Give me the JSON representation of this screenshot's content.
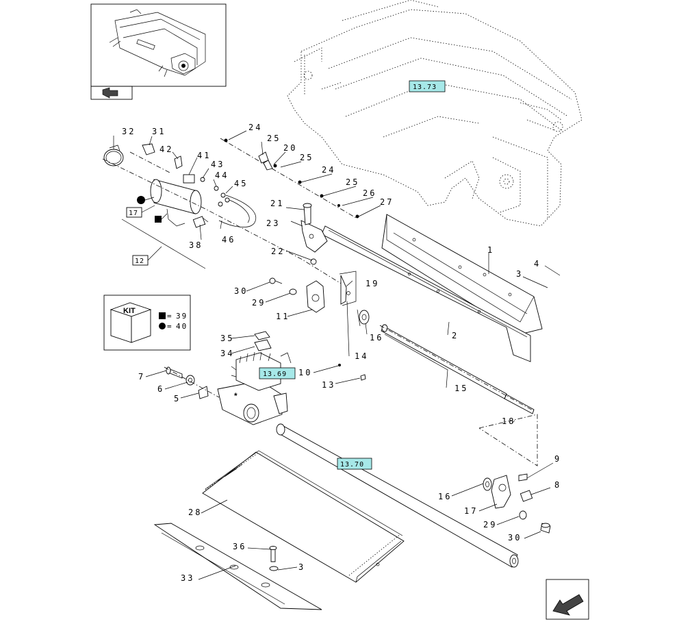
{
  "thumbnail": {
    "label": ""
  },
  "kit": {
    "title": "KIT",
    "items": [
      {
        "symbol": "square",
        "number": "39"
      },
      {
        "symbol": "circle",
        "number": "40"
      }
    ]
  },
  "references": [
    {
      "id": "ref-13-73",
      "text": "13.73"
    },
    {
      "id": "ref-13-69",
      "text": "13.69"
    },
    {
      "id": "ref-13-70",
      "text": "13.70"
    }
  ],
  "boxed_labels": [
    {
      "id": "box-17",
      "text": "17"
    },
    {
      "id": "box-12",
      "text": "12"
    }
  ],
  "callouts": [
    {
      "id": "c1",
      "text": "1"
    },
    {
      "id": "c2",
      "text": "2"
    },
    {
      "id": "c3a",
      "text": "3"
    },
    {
      "id": "c4",
      "text": "4"
    },
    {
      "id": "c5",
      "text": "5"
    },
    {
      "id": "c6",
      "text": "6"
    },
    {
      "id": "c7",
      "text": "7"
    },
    {
      "id": "c8",
      "text": "8"
    },
    {
      "id": "c9",
      "text": "9"
    },
    {
      "id": "c10",
      "text": "10"
    },
    {
      "id": "c11",
      "text": "11"
    },
    {
      "id": "c13",
      "text": "13"
    },
    {
      "id": "c14",
      "text": "14"
    },
    {
      "id": "c15",
      "text": "15"
    },
    {
      "id": "c16a",
      "text": "16"
    },
    {
      "id": "c16b",
      "text": "16"
    },
    {
      "id": "c17",
      "text": "17"
    },
    {
      "id": "c18",
      "text": "18"
    },
    {
      "id": "c19",
      "text": "19"
    },
    {
      "id": "c20",
      "text": "20"
    },
    {
      "id": "c21",
      "text": "21"
    },
    {
      "id": "c22",
      "text": "22"
    },
    {
      "id": "c23",
      "text": "23"
    },
    {
      "id": "c24a",
      "text": "24"
    },
    {
      "id": "c24b",
      "text": "24"
    },
    {
      "id": "c25a",
      "text": "25"
    },
    {
      "id": "c25b",
      "text": "25"
    },
    {
      "id": "c25c",
      "text": "25"
    },
    {
      "id": "c26",
      "text": "26"
    },
    {
      "id": "c27",
      "text": "27"
    },
    {
      "id": "c28",
      "text": "28"
    },
    {
      "id": "c29a",
      "text": "29"
    },
    {
      "id": "c29b",
      "text": "29"
    },
    {
      "id": "c30a",
      "text": "30"
    },
    {
      "id": "c30b",
      "text": "30"
    },
    {
      "id": "c31",
      "text": "31"
    },
    {
      "id": "c32",
      "text": "32"
    },
    {
      "id": "c33",
      "text": "33"
    },
    {
      "id": "c34",
      "text": "34"
    },
    {
      "id": "c35",
      "text": "35"
    },
    {
      "id": "c36",
      "text": "36"
    },
    {
      "id": "c3b",
      "text": "3"
    },
    {
      "id": "c38",
      "text": "38"
    },
    {
      "id": "c41",
      "text": "41"
    },
    {
      "id": "c42",
      "text": "42"
    },
    {
      "id": "c43",
      "text": "43"
    },
    {
      "id": "c44",
      "text": "44"
    },
    {
      "id": "c45",
      "text": "45"
    },
    {
      "id": "c46",
      "text": "46"
    }
  ],
  "colors": {
    "line": "#000000",
    "reference_fill": "#a6e8e8",
    "background": "#ffffff"
  },
  "icons": [
    "previous-page-arrow-icon",
    "next-page-arrow-icon",
    "kit-box-icon"
  ]
}
